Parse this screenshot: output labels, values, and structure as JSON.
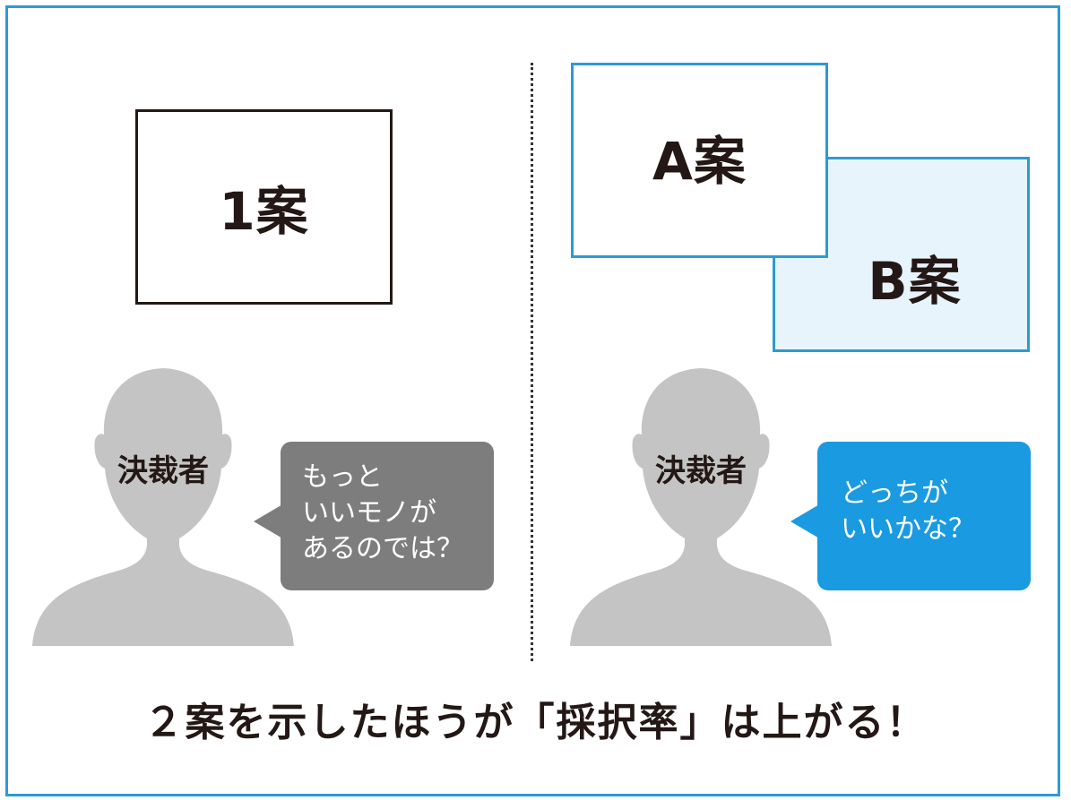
{
  "left_panel": {
    "plan_label": "1案",
    "person_label": "決裁者",
    "bubble_lines": [
      "もっと",
      "いいモノが",
      "あるのでは？"
    ]
  },
  "right_panel": {
    "plan_a_label": "A案",
    "plan_b_label": "B案",
    "person_label": "決裁者",
    "bubble_lines": [
      "どっちが",
      "いいかな？"
    ]
  },
  "conclusion": "２案を示したほうが「採択率」は上がる！",
  "colors": {
    "frame_border": "#2b9bd3",
    "plan_b_fill": "#e7f4fc",
    "bubble_gray": "#7d7d7d",
    "bubble_blue": "#1a9ae0",
    "silhouette": "#c4c4c4"
  },
  "icons": {
    "person": "person-silhouette-icon"
  }
}
